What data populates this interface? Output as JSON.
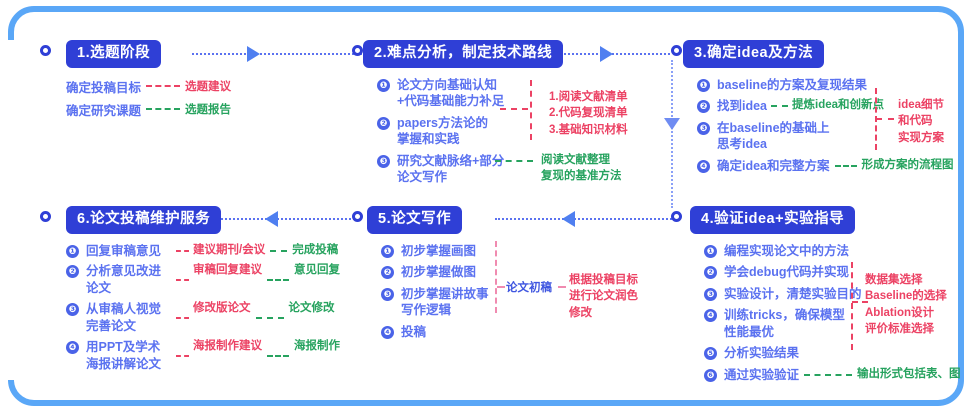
{
  "diagram": {
    "title_sequence": [
      "1.选题阶段",
      "2.难点分析，制定技术路线",
      "3.确定idea及方法",
      "4.验证idea+实验指导",
      "5.论文写作",
      "6.论文投稿维护服务"
    ],
    "colors": {
      "badge_bg": "#2f3fd6",
      "badge_text": "#ffffff",
      "item_text": "#5b72f0",
      "green": "#27a35f",
      "red": "#ec4264",
      "frame": "#5aa7f7"
    }
  },
  "stage1": {
    "badge": "1.选题阶段",
    "rows": [
      {
        "label": "确定投稿目标",
        "dash": "red",
        "note": "选题建议",
        "note_color": "red"
      },
      {
        "label": "确定研究课题",
        "dash": "green",
        "note": "选题报告",
        "note_color": "green"
      }
    ]
  },
  "stage2": {
    "badge": "2.难点分析，制定技术路线",
    "items": [
      {
        "n": "❶",
        "text": "论文方向基础认知\n+代码基础能力补足"
      },
      {
        "n": "❷",
        "text": "papers方法论的\n掌握和实践"
      },
      {
        "n": "❸",
        "text": "研究文献脉络+部分\n论文写作"
      }
    ],
    "note_red": "1.阅读文献清单\n2.代码复现清单\n3.基础知识材料",
    "note_green": "阅读文献整理\n复现的基准方法"
  },
  "stage3": {
    "badge": "3.确定idea及方法",
    "items": [
      {
        "n": "❶",
        "text": "baseline的方案及复现结果"
      },
      {
        "n": "❷",
        "text": "找到idea"
      },
      {
        "n": "❸",
        "text": "在baseline的基础上\n思考idea"
      },
      {
        "n": "❹",
        "text": "确定idea和完整方案"
      }
    ],
    "inline_note_2": "提炼idea和创新点",
    "inline_note_4": "形成方案的流程图",
    "note_red": "idea细节\n和代码\n实现方案"
  },
  "stage4": {
    "badge": "4.验证idea+实验指导",
    "items": [
      {
        "n": "❶",
        "text": "编程实现论文中的方法"
      },
      {
        "n": "❷",
        "text": "学会debug代码并实现"
      },
      {
        "n": "❸",
        "text": "实验设计，清楚实验目的"
      },
      {
        "n": "❹",
        "text": "训练tricks，确保模型\n性能最优"
      },
      {
        "n": "❺",
        "text": "分析实验结果"
      },
      {
        "n": "❻",
        "text": "通过实验验证"
      }
    ],
    "inline_note_6": "输出形式包括表、图",
    "note_red": "数据集选择\nBaseline的选择\nAblation设计\n评价标准选择"
  },
  "stage5": {
    "badge": "5.论文写作",
    "items": [
      {
        "n": "❶",
        "text": "初步掌握画图"
      },
      {
        "n": "❷",
        "text": "初步掌握做图"
      },
      {
        "n": "❸",
        "text": "初步掌握讲故事\n写作逻辑"
      },
      {
        "n": "❹",
        "text": "投稿"
      }
    ],
    "note_mid": "论文初稿",
    "note_red": "根据投稿目标\n进行论文润色\n修改"
  },
  "stage6": {
    "badge": "6.论文投稿维护服务",
    "rows": [
      {
        "n": "❶",
        "label": "回复审稿意见",
        "mid": "建议期刊/会议",
        "end": "完成投稿"
      },
      {
        "n": "❷",
        "label": "分析意见改进\n论文",
        "mid": "审稿回复建议",
        "end": "意见回复"
      },
      {
        "n": "❸",
        "label": "从审稿人视觉\n完善论文",
        "mid": "修改版论文",
        "end": "论文修改"
      },
      {
        "n": "❹",
        "label": "用PPT及学术\n海报讲解论文",
        "mid": "海报制作建议",
        "end": "海报制作"
      }
    ]
  }
}
